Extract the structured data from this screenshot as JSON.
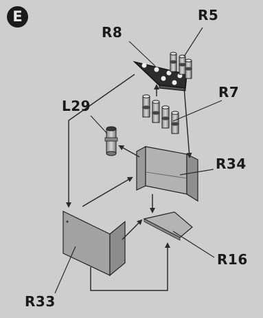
{
  "step": "E",
  "labels": {
    "r5": "R5",
    "r8": "R8",
    "r7": "R7",
    "l29": "L29",
    "r34": "R34",
    "r16": "R16",
    "r33": "R33"
  },
  "colors": {
    "background": "#cecece",
    "part_fill": "#a9a9a9",
    "line": "#2a2a2a"
  }
}
